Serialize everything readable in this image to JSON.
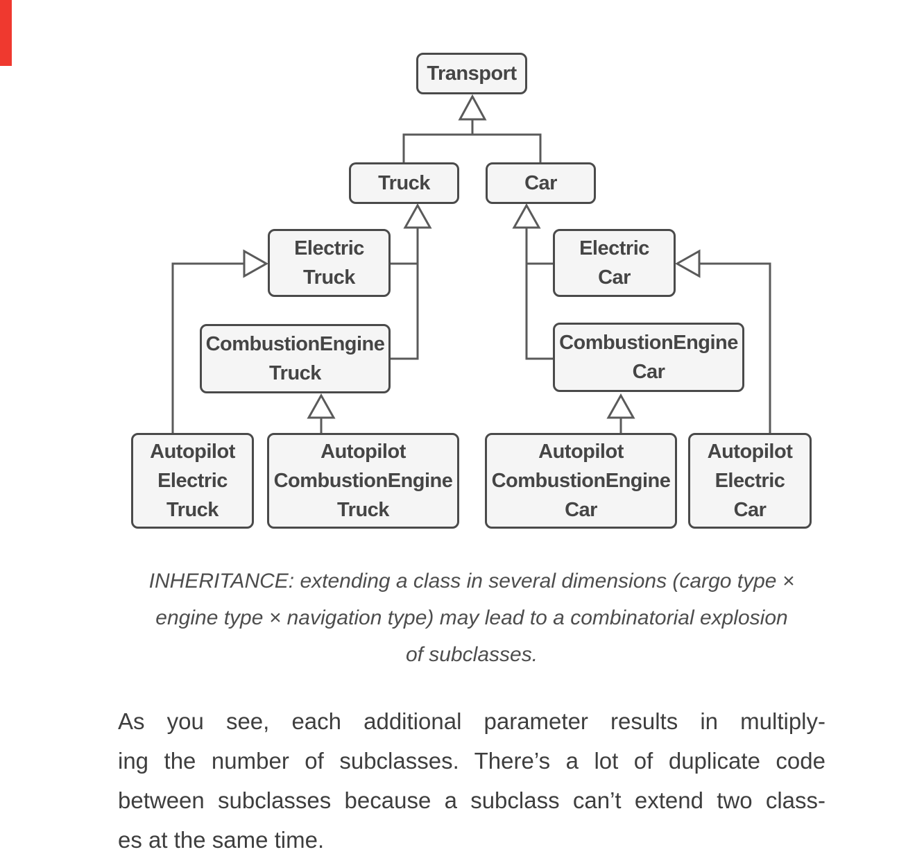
{
  "colors": {
    "edge_tab": "#ef392f",
    "box_fill": "#f5f5f5",
    "box_border": "#4a4a4a",
    "box_text": "#454545",
    "connector": "#5a5a5a",
    "caption_text": "#4d4d4d",
    "body_text": "#3e3e3e"
  },
  "diagram": {
    "boxes": [
      {
        "id": "transport",
        "label": "Transport"
      },
      {
        "id": "truck",
        "label": "Truck"
      },
      {
        "id": "car",
        "label": "Car"
      },
      {
        "id": "electric-truck",
        "label": "Electric\nTruck"
      },
      {
        "id": "electric-car",
        "label": "Electric\nCar"
      },
      {
        "id": "combustion-engine-truck",
        "label": "CombustionEngine\nTruck"
      },
      {
        "id": "combustion-engine-car",
        "label": "CombustionEngine\nCar"
      },
      {
        "id": "autopilot-electric-truck",
        "label": "Autopilot\nElectric\nTruck"
      },
      {
        "id": "autopilot-combustion-engine-truck",
        "label": "Autopilot\nCombustionEngine\nTruck"
      },
      {
        "id": "autopilot-combustion-engine-car",
        "label": "Autopilot\nCombustionEngine\nCar"
      },
      {
        "id": "autopilot-electric-car",
        "label": "Autopilot\nElectric\nCar"
      }
    ],
    "edges": [
      {
        "child": "Truck",
        "parent": "Transport"
      },
      {
        "child": "Car",
        "parent": "Transport"
      },
      {
        "child": "Electric Truck",
        "parent": "Truck"
      },
      {
        "child": "CombustionEngine Truck",
        "parent": "Truck"
      },
      {
        "child": "Electric Car",
        "parent": "Car"
      },
      {
        "child": "CombustionEngine Car",
        "parent": "Car"
      },
      {
        "child": "Autopilot Electric Truck",
        "parent": "Electric Truck"
      },
      {
        "child": "Autopilot CombustionEngine Truck",
        "parent": "CombustionEngine Truck"
      },
      {
        "child": "Autopilot CombustionEngine Car",
        "parent": "CombustionEngine Car"
      },
      {
        "child": "Autopilot Electric Car",
        "parent": "Electric Car"
      }
    ]
  },
  "caption": {
    "lines": [
      "INHERITANCE: extending a class in several dimensions (cargo type ×",
      "engine type × navigation type) may lead to a combinatorial explosion",
      "of subclasses."
    ]
  },
  "body": {
    "lines": [
      "As you see, each additional parameter results in multiply-",
      "ing the number of subclasses. There’s a lot of duplicate code",
      "between subclasses because a subclass can’t extend two class-",
      "es at the same time."
    ]
  }
}
